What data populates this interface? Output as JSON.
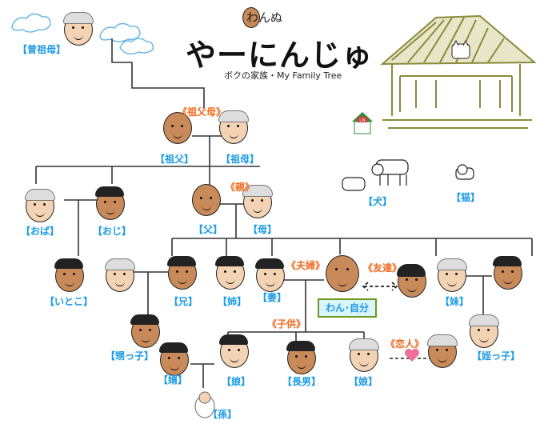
{
  "title": {
    "sub": "わんぬ",
    "main": "やーにんじゅ",
    "tagline": "ボクの家族・My Family Tree"
  },
  "doghouse_sign": "LN",
  "labels": {
    "great_grandmother": "【曾祖母】",
    "grandparents": "《祖父母》",
    "grandfather": "【祖父】",
    "grandmother": "【祖母】",
    "parents": "《親》",
    "aunt": "【おば】",
    "uncle": "【おじ】",
    "father": "【父】",
    "mother": "【母】",
    "cousin": "【いとこ】",
    "older_brother": "【兄】",
    "older_sister": "【姉】",
    "wife": "【妻】",
    "couple": "《夫婦》",
    "me": "わん･自分",
    "friend": "《友達》",
    "younger_sister": "【妹】",
    "nephew": "【甥っ子】",
    "niece": "【姪っ子】",
    "children": "《子供》",
    "son_in_law": "【婿】",
    "daughter": "【娘】",
    "eldest_son": "【長男】",
    "daughter2": "【娘】",
    "lover": "《恋人》",
    "grandchild": "【孫】",
    "dog": "【犬】",
    "cat": "【猫】"
  },
  "colors": {
    "label": "#1a9ae6",
    "relation": "#f06a1e",
    "me_border": "#6a9a1a",
    "me_fill": "#d8f4fc",
    "house": "#8a8a3a",
    "heart": "#ee6f9a"
  }
}
